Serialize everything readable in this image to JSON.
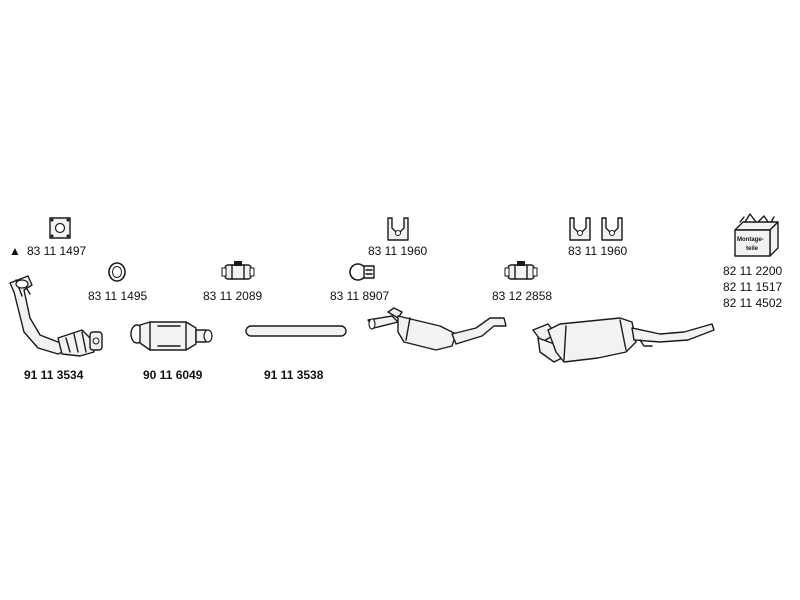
{
  "parts": {
    "front_pipe": {
      "number": "91 11 3534"
    },
    "catalytic_converter": {
      "number": "90 11 6049"
    },
    "intermediate_pipe": {
      "number": "91 11 3538"
    },
    "gasket_front": {
      "marker": "▲",
      "number": "83 11 1497"
    },
    "ring_gasket": {
      "number": "83 11 1495"
    },
    "clamp_1": {
      "number": "83 11 2089"
    },
    "clamp_2": {
      "number": "83 11 8907"
    },
    "hanger_1": {
      "number": "83 11 1960"
    },
    "clamp_3": {
      "number": "83 12 2858"
    },
    "hanger_2": {
      "number": "83 11 1960"
    },
    "mounting_kit": {
      "box_label_line1": "Montage-",
      "box_label_line2": "teile",
      "numbers": [
        "82 11 2200",
        "82 11 1517",
        "82 11 4502"
      ]
    }
  }
}
